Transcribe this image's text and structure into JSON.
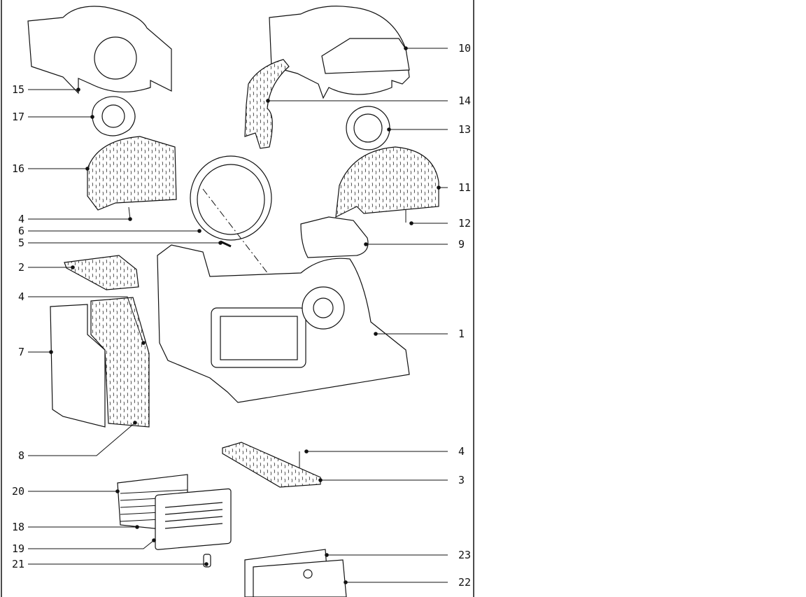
{
  "diagram": {
    "type": "exploded-parts-view",
    "callouts_left": [
      "15",
      "17",
      "16",
      "4",
      "6",
      "5",
      "2",
      "4",
      "7",
      "8",
      "20",
      "18",
      "19",
      "21"
    ],
    "callouts_right": [
      "10",
      "14",
      "13",
      "11",
      "12",
      "9",
      "1",
      "4",
      "3",
      "23",
      "22"
    ]
  }
}
